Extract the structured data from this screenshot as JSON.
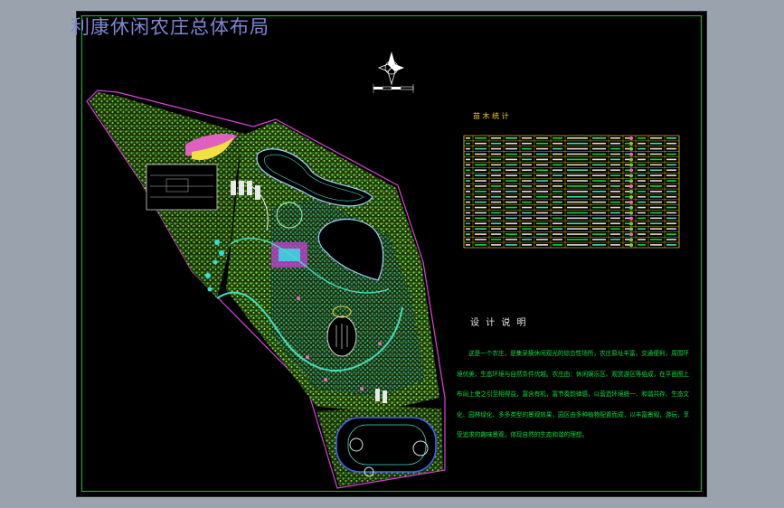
{
  "drawing": {
    "title": "利康休闲农庄总体布局",
    "legend_title": "苗 木 统 计",
    "design_notes": {
      "title": "设 计 说 明",
      "body": "这是一个农庄，是集采摘休闲观光的综合性场所，农庄原址丰富，交通便利，周围环境优美，生态环境与自然条件优越。农庄由：休闲娱乐区、观赏游区等组成，在平面图上布局上使之引至相得益，富含有机，富节奏韵律感，以营造环境统一、和谐共存、生态文化、园林绿化、多多类型的景观效果，园区由多种植物配置而成，以丰富景观，游玩，享受追求的趣味景观，体现自然的生态和谐的理想。"
    },
    "colors": {
      "background": "#000000",
      "border": "#00d020",
      "title": "#7f86d6",
      "boundary": "#e040e0",
      "vegetation": "#7ccf2a",
      "water_outline": "#9ad0ff",
      "road": "#40e0c0",
      "text_green": "#00e040",
      "table_line": "#ffe000"
    }
  }
}
